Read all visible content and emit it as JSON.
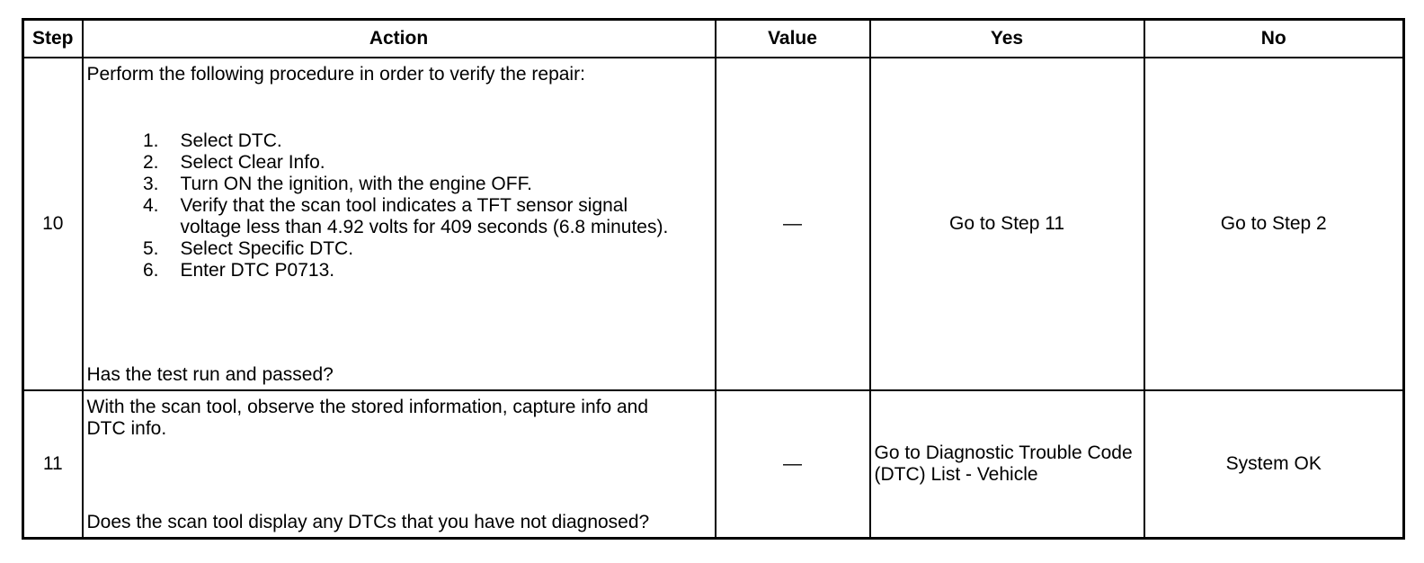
{
  "headers": {
    "step": "Step",
    "action": "Action",
    "value": "Value",
    "yes": "Yes",
    "no": "No"
  },
  "rows": [
    {
      "step": "10",
      "intro": "Perform the following procedure in order to verify the repair:",
      "items": [
        {
          "num": "1.",
          "text": "Select DTC."
        },
        {
          "num": "2.",
          "text": "Select Clear Info."
        },
        {
          "num": "3.",
          "text": "Turn ON the ignition, with the engine OFF."
        },
        {
          "num": "4.",
          "text": "Verify that the scan tool indicates a TFT sensor signal voltage less than 4.92 volts for 409 seconds (6.8 minutes)."
        },
        {
          "num": "5.",
          "text": "Select Specific DTC."
        },
        {
          "num": "6.",
          "text": "Enter DTC P0713."
        }
      ],
      "question": "Has the test run and passed?",
      "value": "—",
      "yes": "Go to Step 11",
      "no": "Go to Step 2"
    },
    {
      "step": "11",
      "intro": "With the scan tool, observe the stored information, capture info and DTC info.",
      "question": "Does the scan tool display any DTCs that you have not diagnosed?",
      "value": "—",
      "yes": "Go to Diagnostic Trouble Code (DTC) List - Vehicle",
      "no": "System OK"
    }
  ]
}
